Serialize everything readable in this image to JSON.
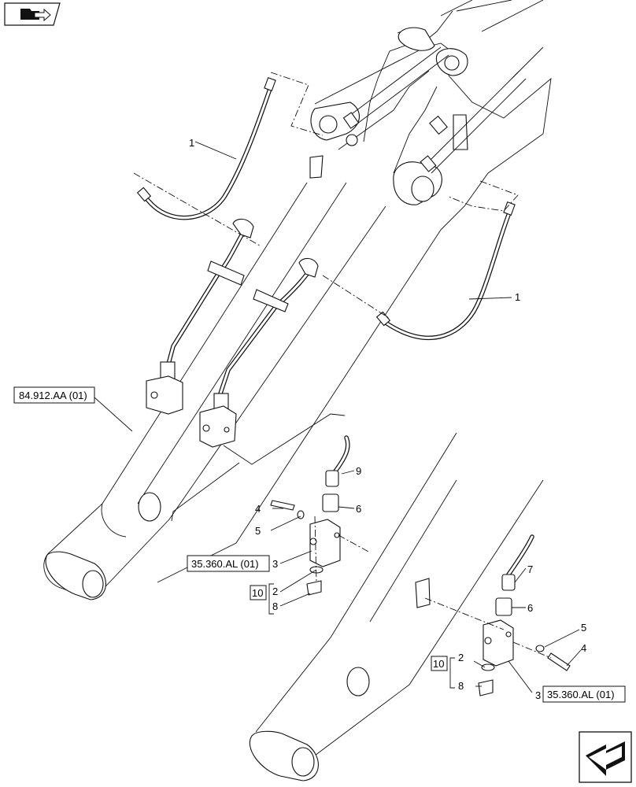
{
  "callouts": {
    "c1a": "1",
    "c1b": "1",
    "c2a": "2",
    "c2b": "2",
    "c3a": "3",
    "c3b": "3",
    "c4a": "4",
    "c4b": "4",
    "c5a": "5",
    "c5b": "5",
    "c6a": "6",
    "c6b": "6",
    "c7": "7",
    "c8a": "8",
    "c8b": "8",
    "c9": "9"
  },
  "refs": {
    "boom_ref": "84.912.AA (01)",
    "valve_ref_a": "35.360.AL (01)",
    "valve_ref_b": "35.360.AL (01)",
    "kit_a": "10",
    "kit_b": "10"
  },
  "icons": {
    "top_left": "folder-arrow-icon",
    "bottom_right": "next-page-arrow-icon"
  }
}
